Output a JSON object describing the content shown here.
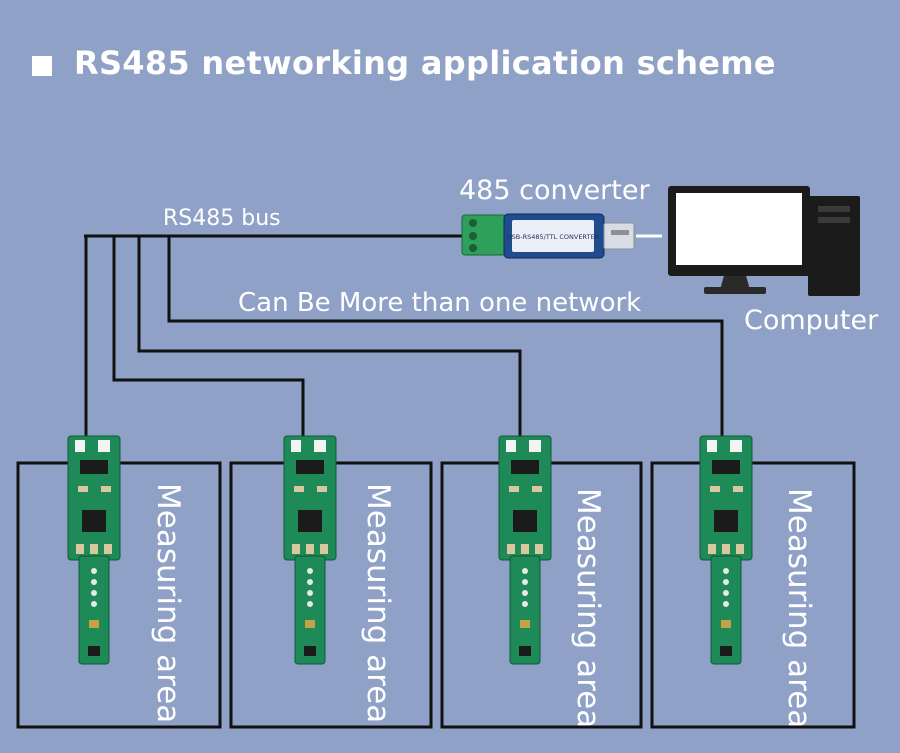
{
  "title": "RS485 networking application scheme",
  "labels": {
    "converter": "485 converter",
    "bus": "RS485 bus",
    "network_note": "Can Be More than one network",
    "computer": "Computer",
    "converter_text": "USB-RS485/TTL CONVERTER"
  },
  "measuring_areas": [
    {
      "label": "Measuring area"
    },
    {
      "label": "Measuring area"
    },
    {
      "label": "Measuring area"
    },
    {
      "label": "Measuring area"
    }
  ],
  "colors": {
    "background": "#8fa1c6",
    "text": "#ffffff",
    "wire": "#111111",
    "pcb": "#1d8a57",
    "terminal": "#2fa05a",
    "converter_body": "#1f4b8f"
  }
}
